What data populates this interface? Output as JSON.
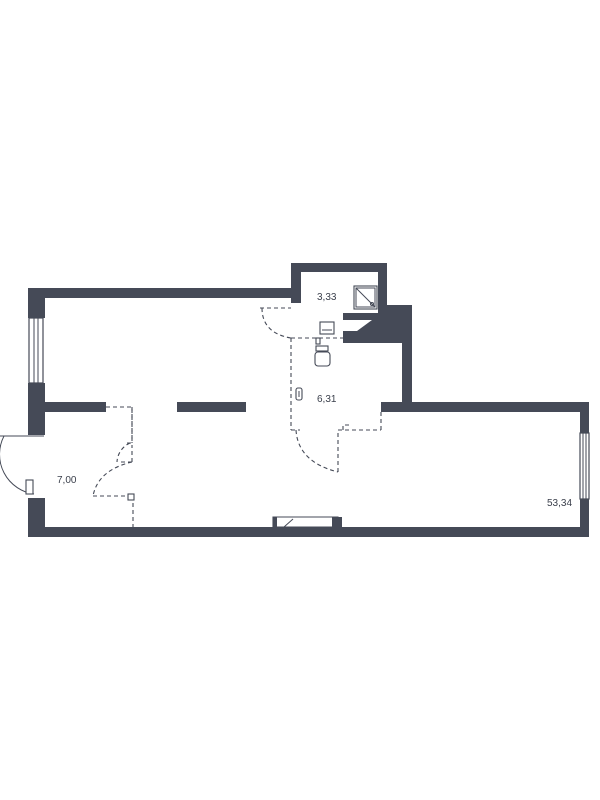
{
  "plan": {
    "rooms": [
      {
        "id": "living",
        "area_label": "53,34"
      },
      {
        "id": "hall",
        "area_label": "7,00"
      },
      {
        "id": "bathroom",
        "area_label": "6,31"
      },
      {
        "id": "wc",
        "area_label": "3,33"
      }
    ],
    "colors": {
      "wall": "#454a57",
      "background": "#ffffff",
      "text": "#3a3f4b"
    }
  }
}
